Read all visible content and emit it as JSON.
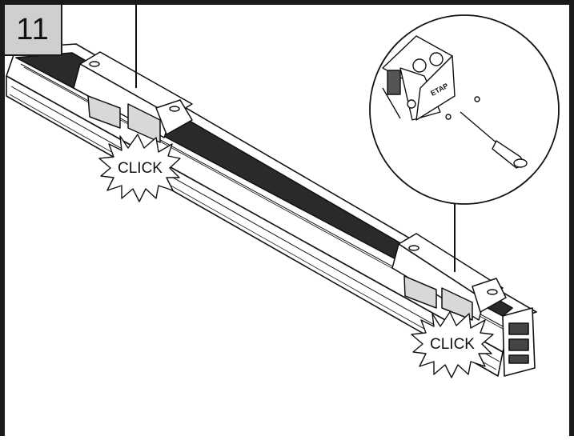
{
  "step": {
    "number": "11"
  },
  "callouts": [
    {
      "label": "CLICK"
    },
    {
      "label": "CLICK"
    }
  ],
  "detail": {
    "terminal_label": "ETAP"
  }
}
